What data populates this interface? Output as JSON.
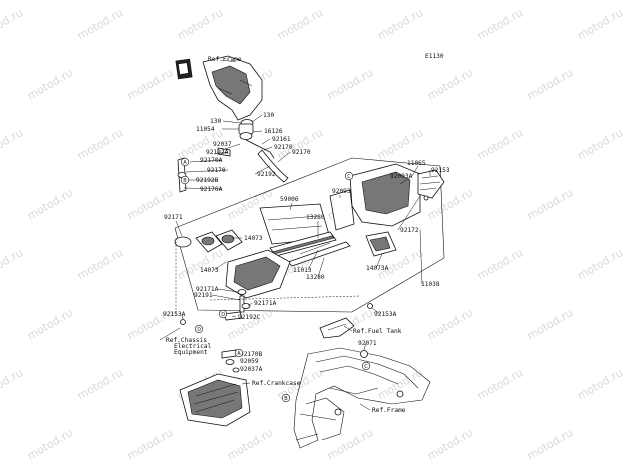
{
  "diagram": {
    "code": "E1130",
    "watermark": "motod.ru",
    "references": [
      "Ref.Frame",
      "Ref.Fuel Tank",
      "Ref.Chassis",
      "Electrical",
      "Equipment",
      "Ref.Crankcase",
      "Ref.Frame"
    ],
    "part_numbers": [
      "130",
      "11054",
      "130",
      "16126",
      "92161",
      "92170",
      "92170",
      "92037",
      "92192A",
      "92170A",
      "92170",
      "92192B",
      "92170A",
      "92192",
      "11065",
      "92093A",
      "92153",
      "92093",
      "59006",
      "13280",
      "92172",
      "92171",
      "14073",
      "11013",
      "13280",
      "14073A",
      "11038",
      "14073",
      "92171A",
      "92191",
      "92171A",
      "92192C",
      "92153A",
      "92153A",
      "92071",
      "92170B",
      "92059",
      "92037A"
    ],
    "markers": [
      "A",
      "B",
      "C",
      "D",
      "A",
      "B",
      "C",
      "D"
    ]
  }
}
